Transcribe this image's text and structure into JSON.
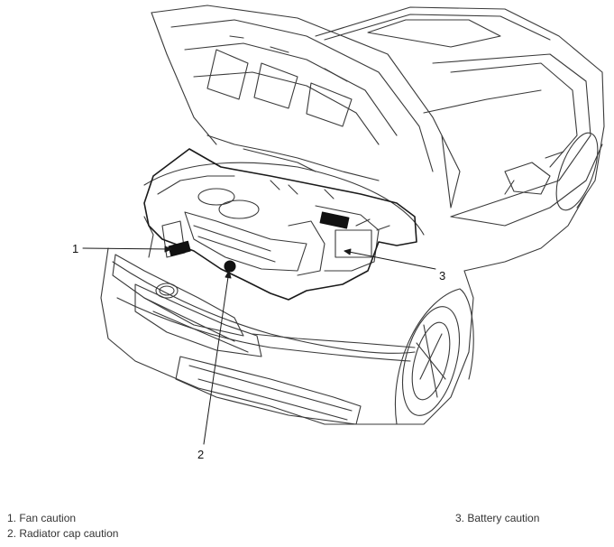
{
  "callouts": [
    {
      "number": "1"
    },
    {
      "number": "2"
    },
    {
      "number": "3"
    }
  ],
  "legend": [
    {
      "text": "1. Fan caution"
    },
    {
      "text": "2. Radiator cap caution"
    },
    {
      "text": "3. Battery caution"
    }
  ],
  "colors": {
    "line": "#1a1a1a",
    "sketch": "#3a3a3a",
    "label_fill": "#111111"
  }
}
